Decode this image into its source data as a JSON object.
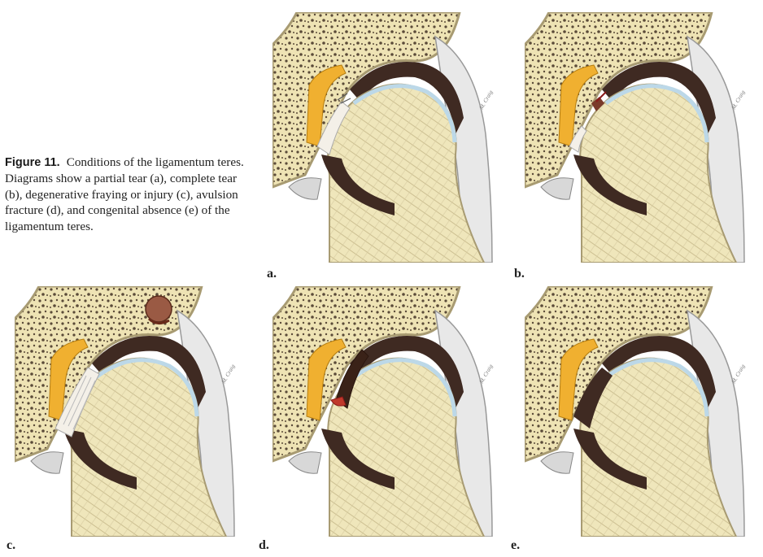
{
  "caption": {
    "title": "Figure 11.",
    "text": "Conditions of the ligamentum teres. Diagrams show a partial tear (a), complete tear (b), degenerative fraying or injury (c), avulsion fracture (d), and congenital absence (e) of the ligamentum teres."
  },
  "panels": [
    {
      "id": "a",
      "label": "a.",
      "condition": "partial tear"
    },
    {
      "id": "b",
      "label": "b.",
      "condition": "complete tear"
    },
    {
      "id": "c",
      "label": "c.",
      "condition": "degenerative fraying or injury"
    },
    {
      "id": "d",
      "label": "d.",
      "condition": "avulsion fracture"
    },
    {
      "id": "e",
      "label": "e.",
      "condition": "congenital absence"
    }
  ],
  "signature": "M. Craig",
  "colors": {
    "bone": "#eee3b4",
    "cortex": "#a89b72",
    "cartilage": "#bcd8e8",
    "joint_space": "#3f2a22",
    "fat_pad": "#f0b030",
    "ligament": "#f4f0e8",
    "avulsed_fragment": "#9a5a44",
    "hemorrhage": "#8a1a1a"
  }
}
